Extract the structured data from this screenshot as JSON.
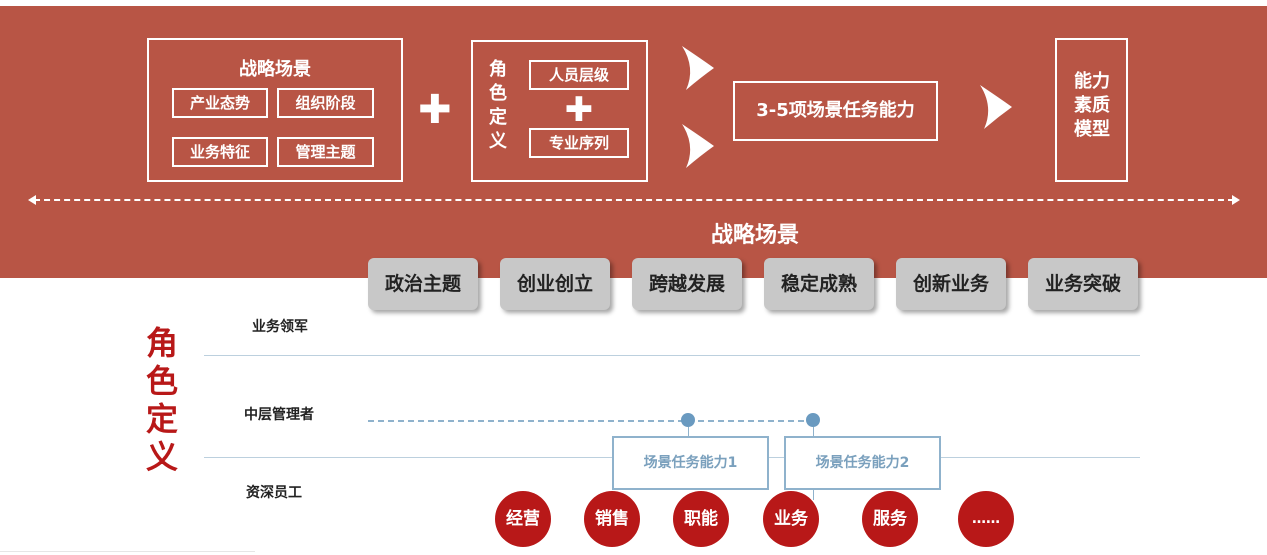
{
  "banner": {
    "strategy_box": {
      "title": "战略场景",
      "tags": [
        "产业态势",
        "组织阶段",
        "业务特征",
        "管理主题"
      ]
    },
    "role_box": {
      "vertical_label": "角色定义",
      "tag_top": "人员层级",
      "tag_bottom": "专业序列"
    },
    "capability_box": "3-5项场景任务能力",
    "model_box": "能力素质模型",
    "scene_heading": "战略场景"
  },
  "scenes": [
    "政治主题",
    "创业创立",
    "跨越发展",
    "稳定成熟",
    "创新业务",
    "业务突破"
  ],
  "roles": {
    "title": "角色定义",
    "levels": [
      "业务领军",
      "中层管理者",
      "资深员工"
    ]
  },
  "capabilities": [
    "场景任务能力1",
    "场景任务能力2"
  ],
  "functions": [
    "经营",
    "销售",
    "职能",
    "业务",
    "服务",
    "……"
  ],
  "colors": {
    "banner": "#b85545",
    "accent_red": "#b81818",
    "button_gray": "#c8c8c8",
    "line_blue": "#8fb2cc"
  }
}
